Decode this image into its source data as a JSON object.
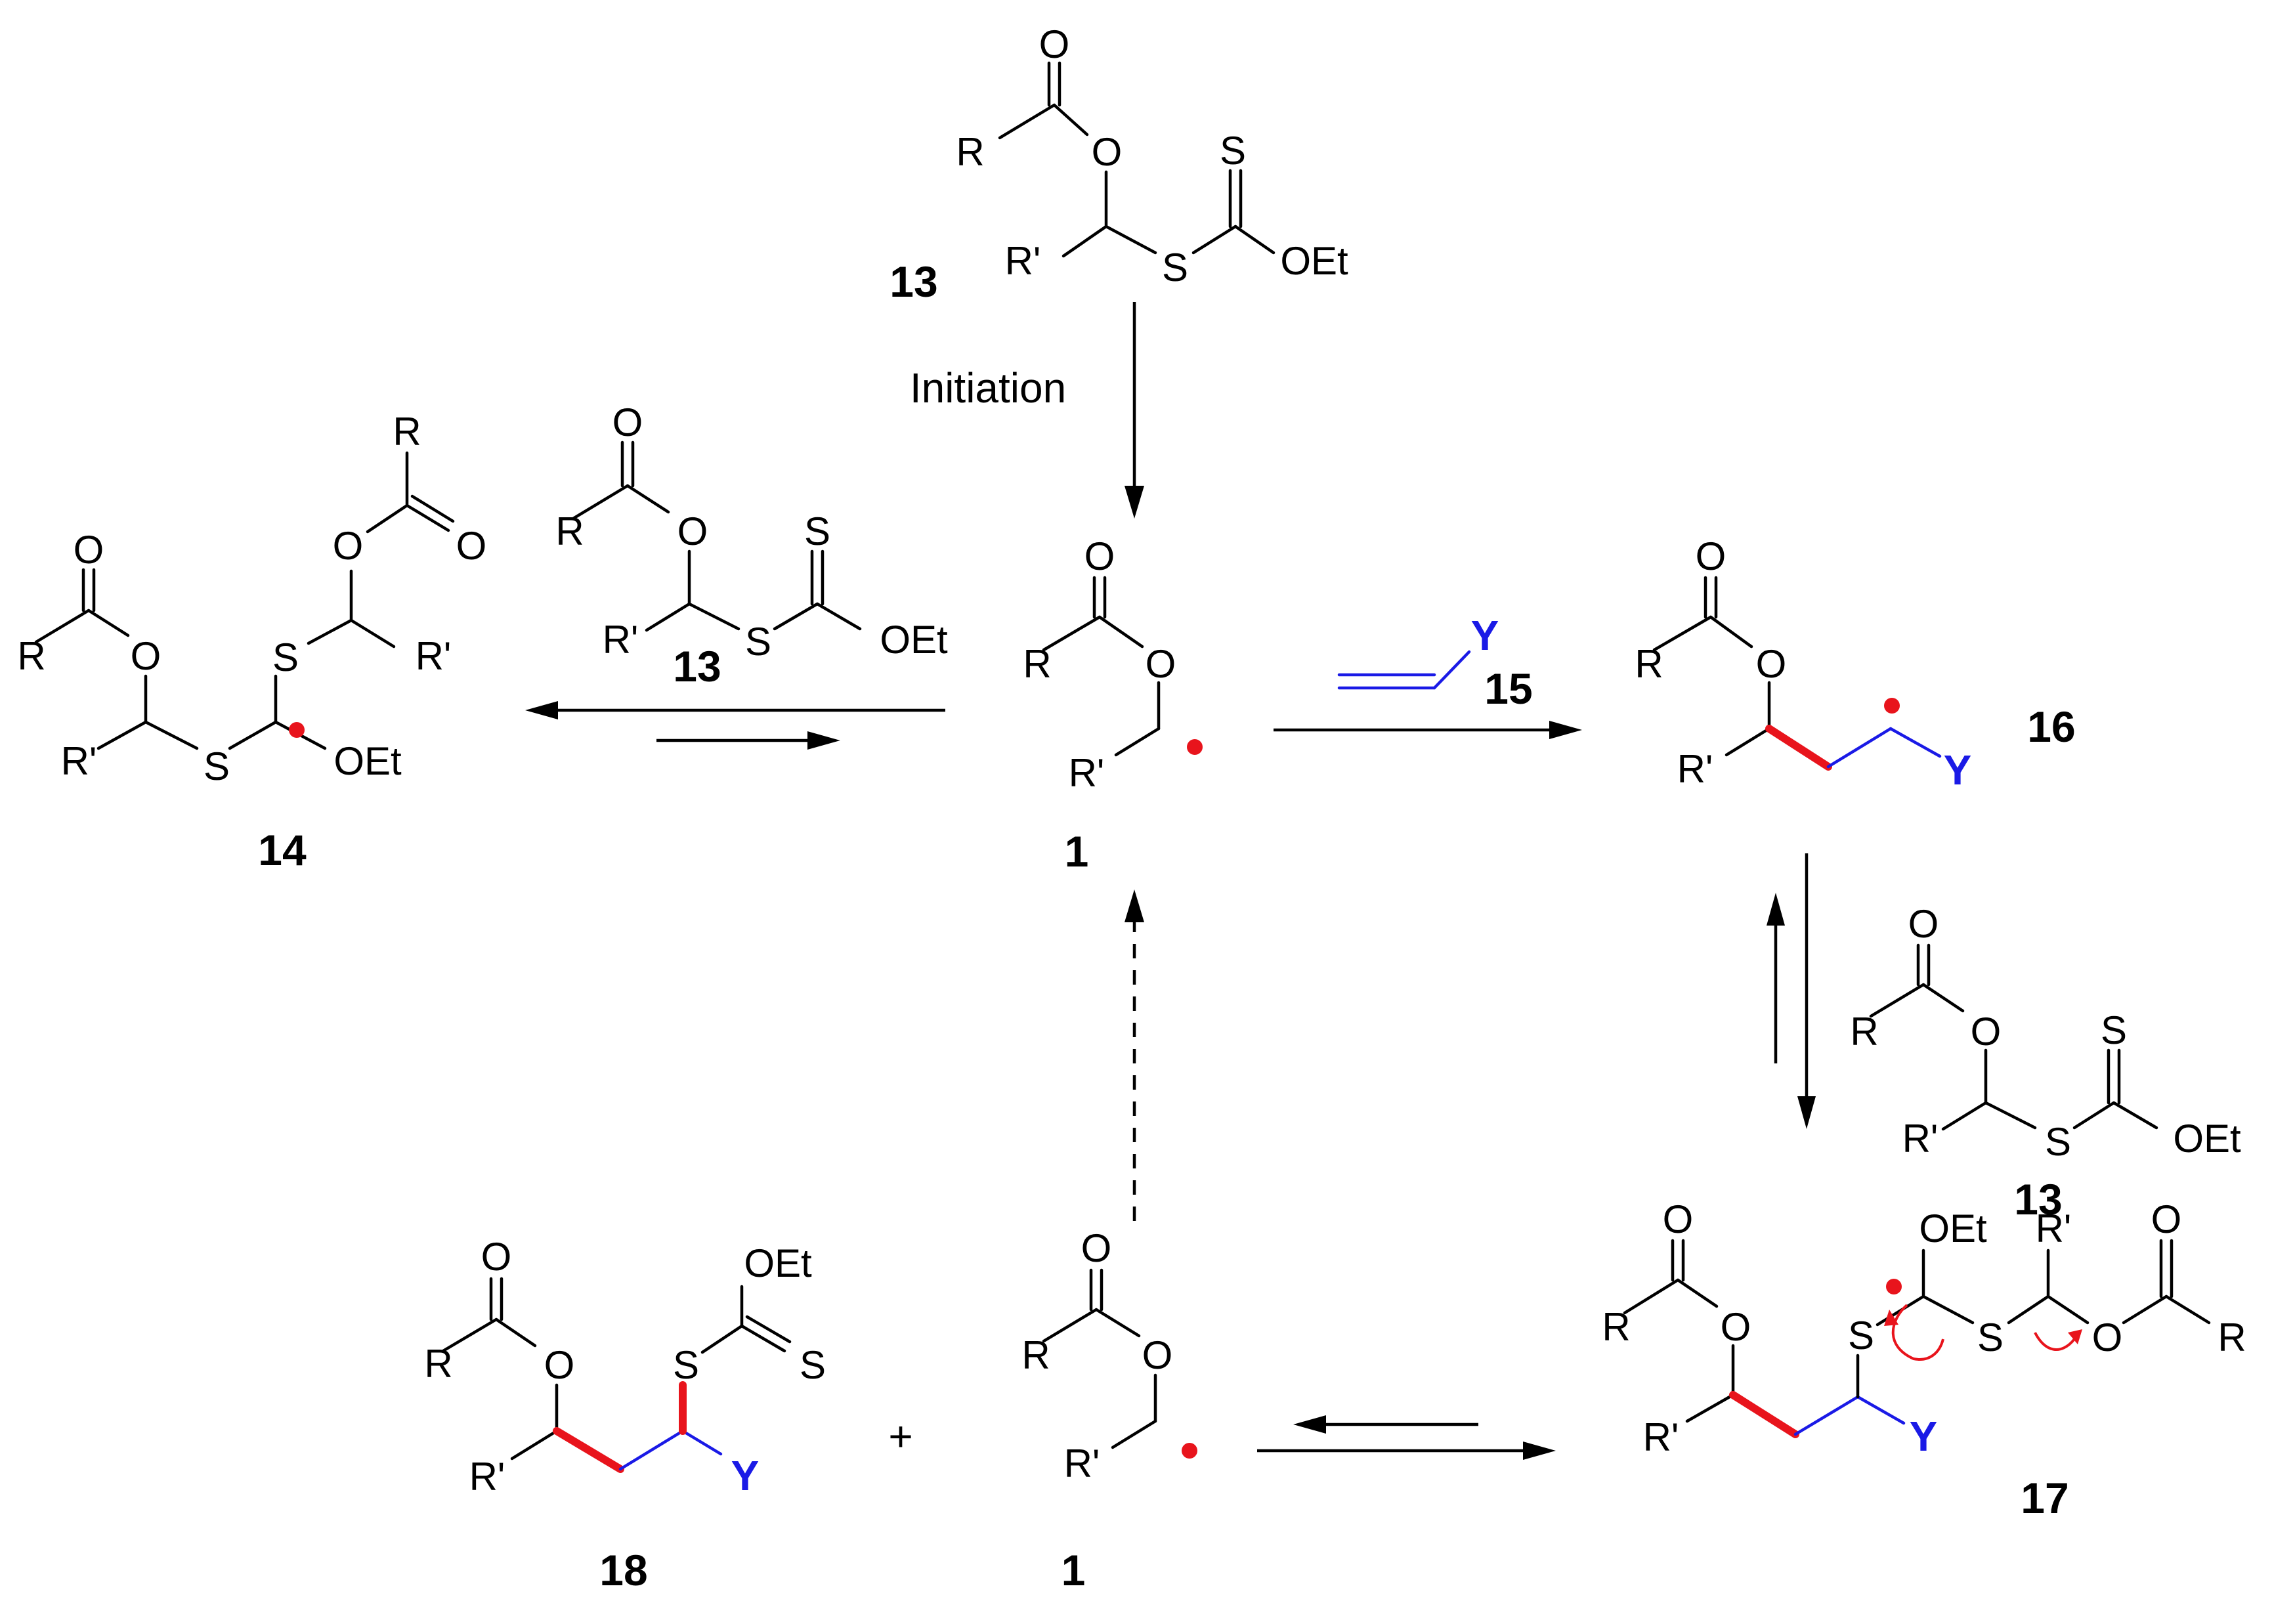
{
  "compounds": {
    "c13_top": {
      "id": "13",
      "R": "R",
      "Rp": "R'",
      "O": "O",
      "S": "S",
      "OEt": "OEt"
    },
    "c13_left": {
      "id": "13",
      "R": "R",
      "Rp": "R'",
      "O": "O",
      "S": "S",
      "OEt": "OEt"
    },
    "c13_right": {
      "id": "13",
      "R": "R",
      "Rp": "R'",
      "O": "O",
      "S": "S",
      "OEt": "OEt"
    },
    "c14": {
      "id": "14",
      "R": "R",
      "Rp": "R'",
      "O": "O",
      "S": "S",
      "OEt": "OEt"
    },
    "c1_mid": {
      "id": "1",
      "R": "R",
      "Rp": "R'",
      "O": "O"
    },
    "c1_bot": {
      "id": "1",
      "R": "R",
      "Rp": "R'",
      "O": "O"
    },
    "c15": {
      "id": "15",
      "Y": "Y"
    },
    "c16": {
      "id": "16",
      "R": "R",
      "Rp": "R'",
      "O": "O",
      "Y": "Y"
    },
    "c17": {
      "id": "17",
      "R": "R",
      "Rp": "R'",
      "O": "O",
      "S": "S",
      "OEt": "OEt",
      "Y": "Y"
    },
    "c18": {
      "id": "18",
      "R": "R",
      "Rp": "R'",
      "O": "O",
      "S": "S",
      "OEt": "OEt",
      "Y": "Y"
    }
  },
  "labels": {
    "initiation": "Initiation",
    "plus": "+"
  },
  "colors": {
    "new_bond": "#e8141c",
    "monomer": "#1a1ae6",
    "radical": "#e8141c"
  }
}
